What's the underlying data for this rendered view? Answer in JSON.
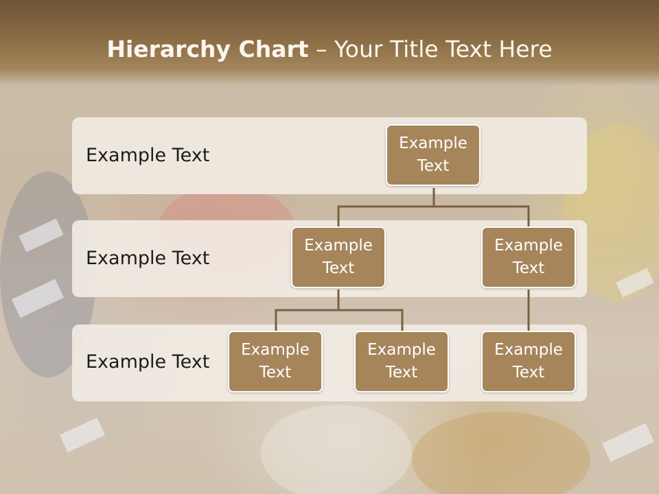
{
  "slide": {
    "title_bold": "Hierarchy Chart",
    "title_rest": " – Your Title Text Here"
  },
  "levels": [
    {
      "label": "Example Text"
    },
    {
      "label": "Example Text"
    },
    {
      "label": "Example Text"
    }
  ],
  "nodes": {
    "root": "Example Text",
    "mid_left": "Example Text",
    "mid_right": "Example Text",
    "bottom_left": "Example Text",
    "bottom_center": "Example Text",
    "bottom_right": "Example Text"
  },
  "colors": {
    "node_fill": "#a6855b",
    "header": "#8a6c45",
    "connector": "#7a6040"
  }
}
